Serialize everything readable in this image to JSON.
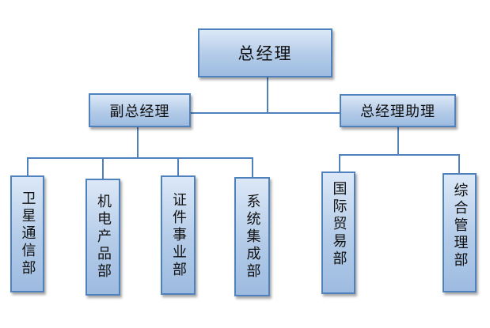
{
  "org_chart": {
    "root": {
      "label": "总经理"
    },
    "deputy": {
      "label": "副总经理"
    },
    "assistant": {
      "label": "总经理助理"
    },
    "departments": [
      {
        "label": "卫星通信部"
      },
      {
        "label": "机电产品部"
      },
      {
        "label": "证件事业部"
      },
      {
        "label": "系统集成部"
      },
      {
        "label": "国际贸易部"
      },
      {
        "label": "综合管理部"
      }
    ],
    "colors": {
      "box_border": "#4f81bd",
      "box_fill_top": "#dce8f7",
      "box_fill_bottom": "#9dbbe0",
      "connector": "#4f81bd"
    }
  }
}
